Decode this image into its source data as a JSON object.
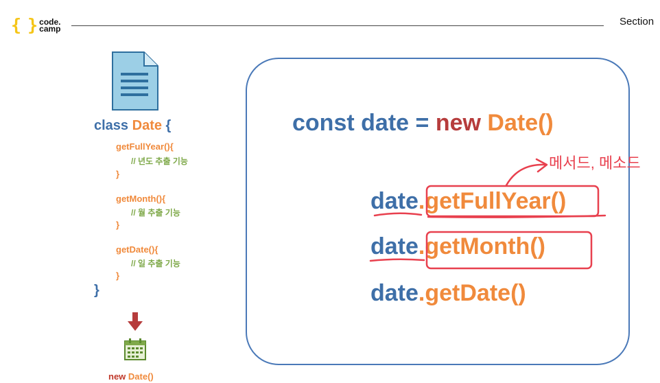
{
  "header": {
    "logo_braces": "{ }",
    "logo_line1": "code.",
    "logo_line2": "camp",
    "section_label": "Section"
  },
  "left_code": {
    "class_keyword": "class",
    "class_name": "Date",
    "class_open": "{",
    "methods": [
      {
        "signature": "getFullYear(){",
        "comment": "// 년도 추출 기능",
        "close": "}"
      },
      {
        "signature": "getMonth(){",
        "comment": "// 월 추출 기능",
        "close": "}"
      },
      {
        "signature": "getDate(){",
        "comment": "// 일 추출 기능",
        "close": "}"
      }
    ],
    "class_close": "}"
  },
  "instance_caption": {
    "new_keyword": "new",
    "class_call": "Date()"
  },
  "main_code": {
    "declaration": {
      "keyword": "const",
      "variable": "date",
      "operator": "=",
      "new_keyword": "new",
      "constructor": "Date()"
    },
    "calls": [
      {
        "object": "date",
        "dot": ".",
        "method": "getFullYear()"
      },
      {
        "object": "date",
        "dot": ".",
        "method": "getMonth()"
      },
      {
        "object": "date",
        "dot": ".",
        "method": "getDate()"
      }
    ]
  },
  "annotation": {
    "label": "메서드, 메소드"
  },
  "colors": {
    "keyword_blue": "#3e6fa8",
    "class_orange": "#f08a3c",
    "new_red": "#b63c3c",
    "comment_green": "#7fa94a",
    "annotation_red": "#e8404e",
    "panel_border": "#4a79b8",
    "logo_yellow": "#f5c518"
  }
}
